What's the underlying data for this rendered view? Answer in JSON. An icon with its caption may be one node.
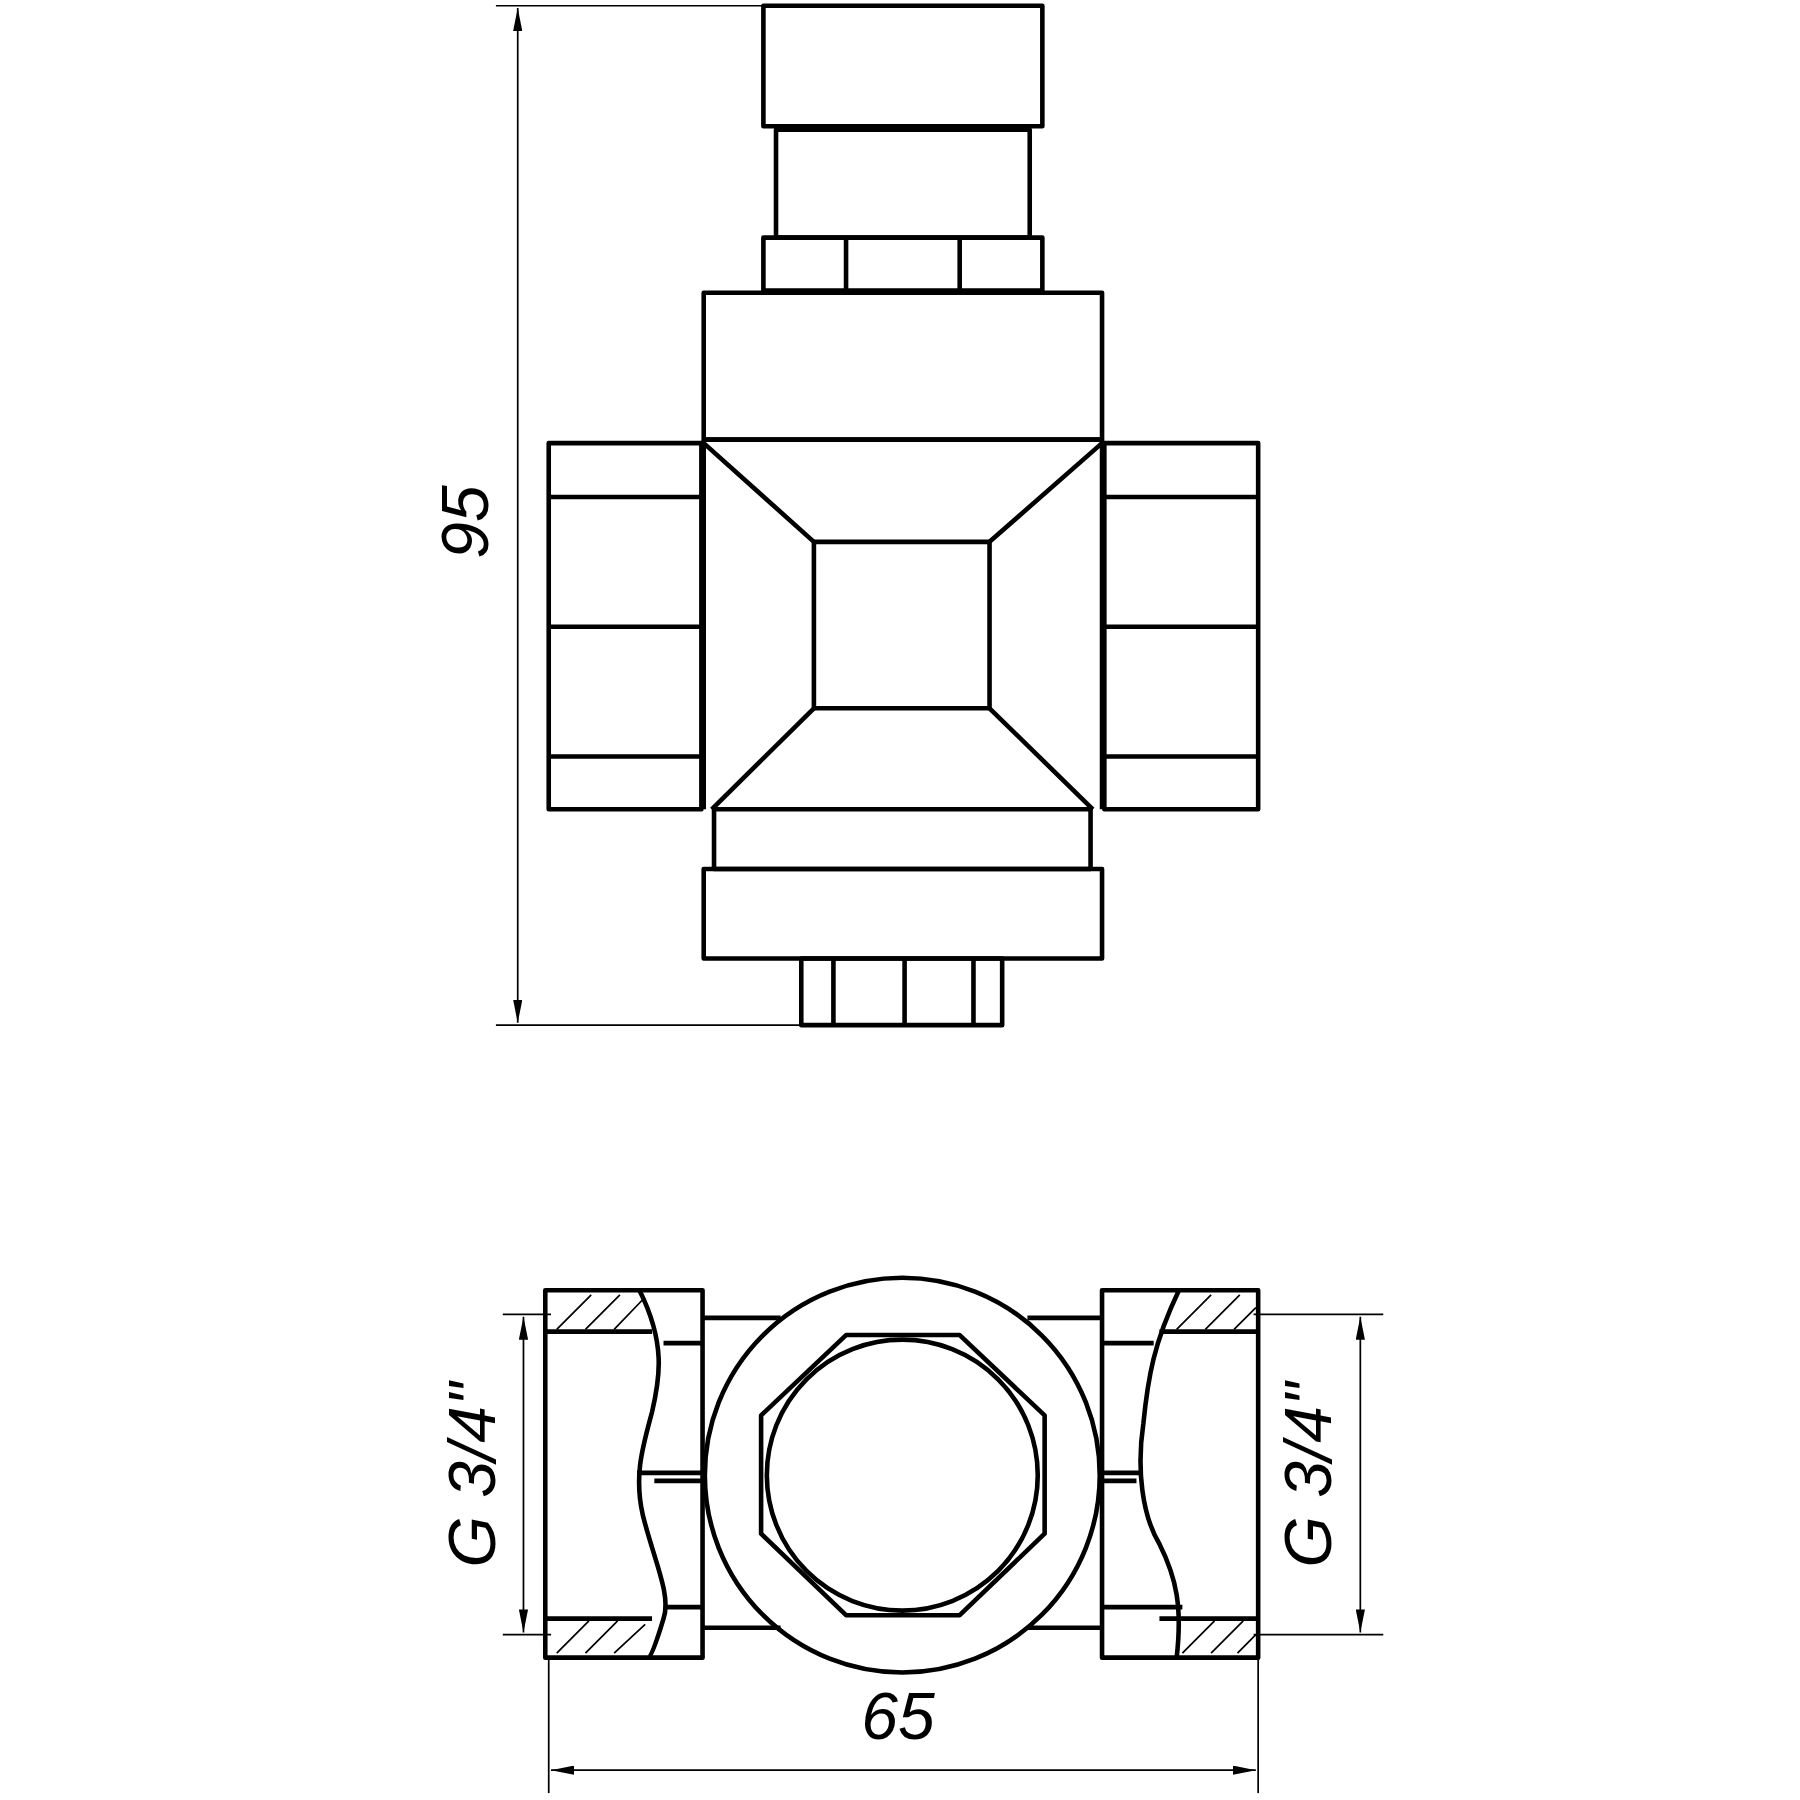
{
  "diagram": {
    "labels": [
      "95",
      "G 3/4\"",
      "G 3/4\"",
      "65"
    ]
  }
}
